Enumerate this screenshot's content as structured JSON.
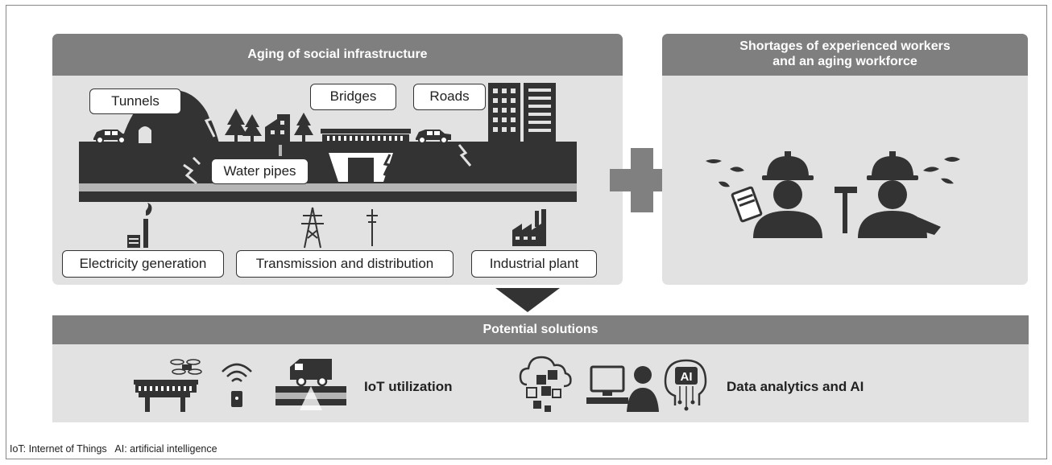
{
  "infrastructure": {
    "title": "Aging of social infrastructure",
    "labels": {
      "tunnels": "Tunnels",
      "bridges": "Bridges",
      "roads": "Roads",
      "water_pipes": "Water pipes",
      "electricity_generation": "Electricity generation",
      "transmission_distribution": "Transmission and distribution",
      "industrial_plant": "Industrial plant"
    }
  },
  "workforce": {
    "title_line1": "Shortages of experienced workers",
    "title_line2": "and an aging workforce"
  },
  "solutions": {
    "title": "Potential solutions",
    "iot_label": "IoT utilization",
    "ai_label": "Data analytics and AI",
    "ai_icon_text": "AI"
  },
  "footnote": "IoT: Internet of Things   AI: artificial intelligence",
  "colors": {
    "panel_bg": "#e2e2e2",
    "panel_header": "#7f7f7f",
    "icon": "#333333",
    "plus": "#808080"
  }
}
